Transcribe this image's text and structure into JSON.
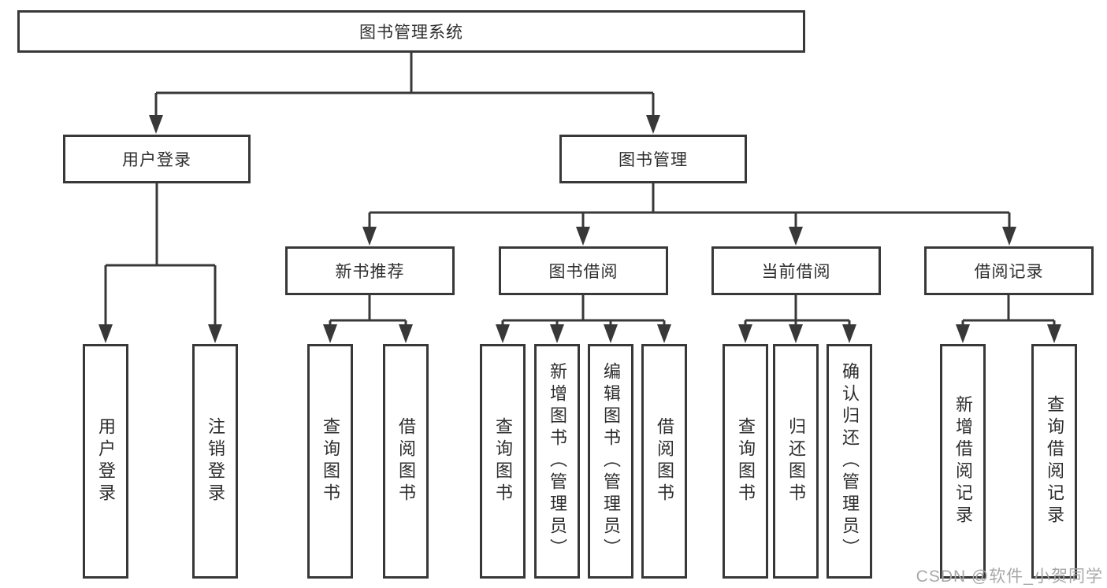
{
  "diagram": {
    "root": "图书管理系统",
    "level2": [
      {
        "label": "用户登录",
        "children": [
          "用户登录",
          "注销登录"
        ]
      },
      {
        "label": "图书管理",
        "children": [
          {
            "label": "新书推荐",
            "children": [
              "查询图书",
              "借阅图书"
            ]
          },
          {
            "label": "图书借阅",
            "children": [
              "查询图书",
              "新增图书（管理员）",
              "编辑图书（管理员）",
              "借阅图书"
            ]
          },
          {
            "label": "当前借阅",
            "children": [
              "查询图书",
              "归还图书",
              "确认归还（管理员）"
            ]
          },
          {
            "label": "借阅记录",
            "children": [
              "新增借阅记录",
              "查询借阅记录"
            ]
          }
        ]
      }
    ]
  },
  "watermark": "CSDN @软件_小贺同学",
  "colors": {
    "line": "#383838",
    "text": "#2d2d2d",
    "watermark": "#a8a8a8",
    "background": "#ffffff"
  }
}
